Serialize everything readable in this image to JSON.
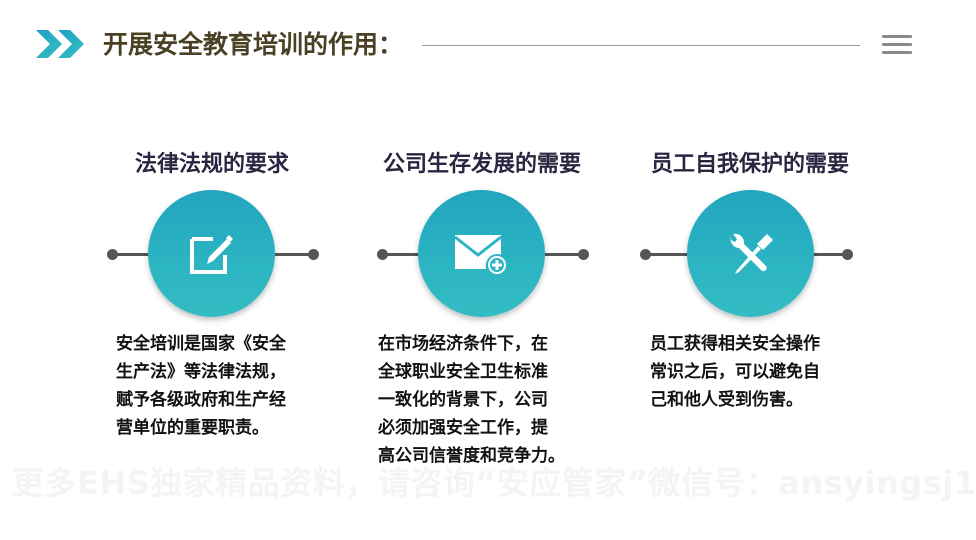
{
  "header": {
    "icon": "double-chevron-right-icon",
    "title": "开展安全教育培训的作用：",
    "menu_icon": "hamburger-menu-icon"
  },
  "colors": {
    "accent_teal": "#2cb5c2",
    "title_color": "#4a4024",
    "section_title_color": "#2a2540",
    "connector_color": "#555555"
  },
  "sections": [
    {
      "title": "法律法规的要求",
      "icon": "edit-icon",
      "lines": [
        "安全培训是国家《安全",
        "生产法》等法律法规，",
        "赋予各级政府和生产经",
        "营单位的重要职责。"
      ]
    },
    {
      "title": "公司生存发展的需要",
      "icon": "mail-add-icon",
      "lines": [
        "在市场经济条件下，在",
        "全球职业安全卫生标准",
        "一致化的背景下，公司",
        "必须加强安全工作，提",
        "高公司信誉度和竞争力。"
      ]
    },
    {
      "title": "员工自我保护的需要",
      "icon": "tools-icon",
      "lines": [
        "员工获得相关安全操作",
        "常识之后，可以避免自",
        "己和他人受到伤害。"
      ]
    }
  ],
  "watermark": "更多EHS独家精品资料，请咨询“安应管家”微信号：ansyingsj1"
}
